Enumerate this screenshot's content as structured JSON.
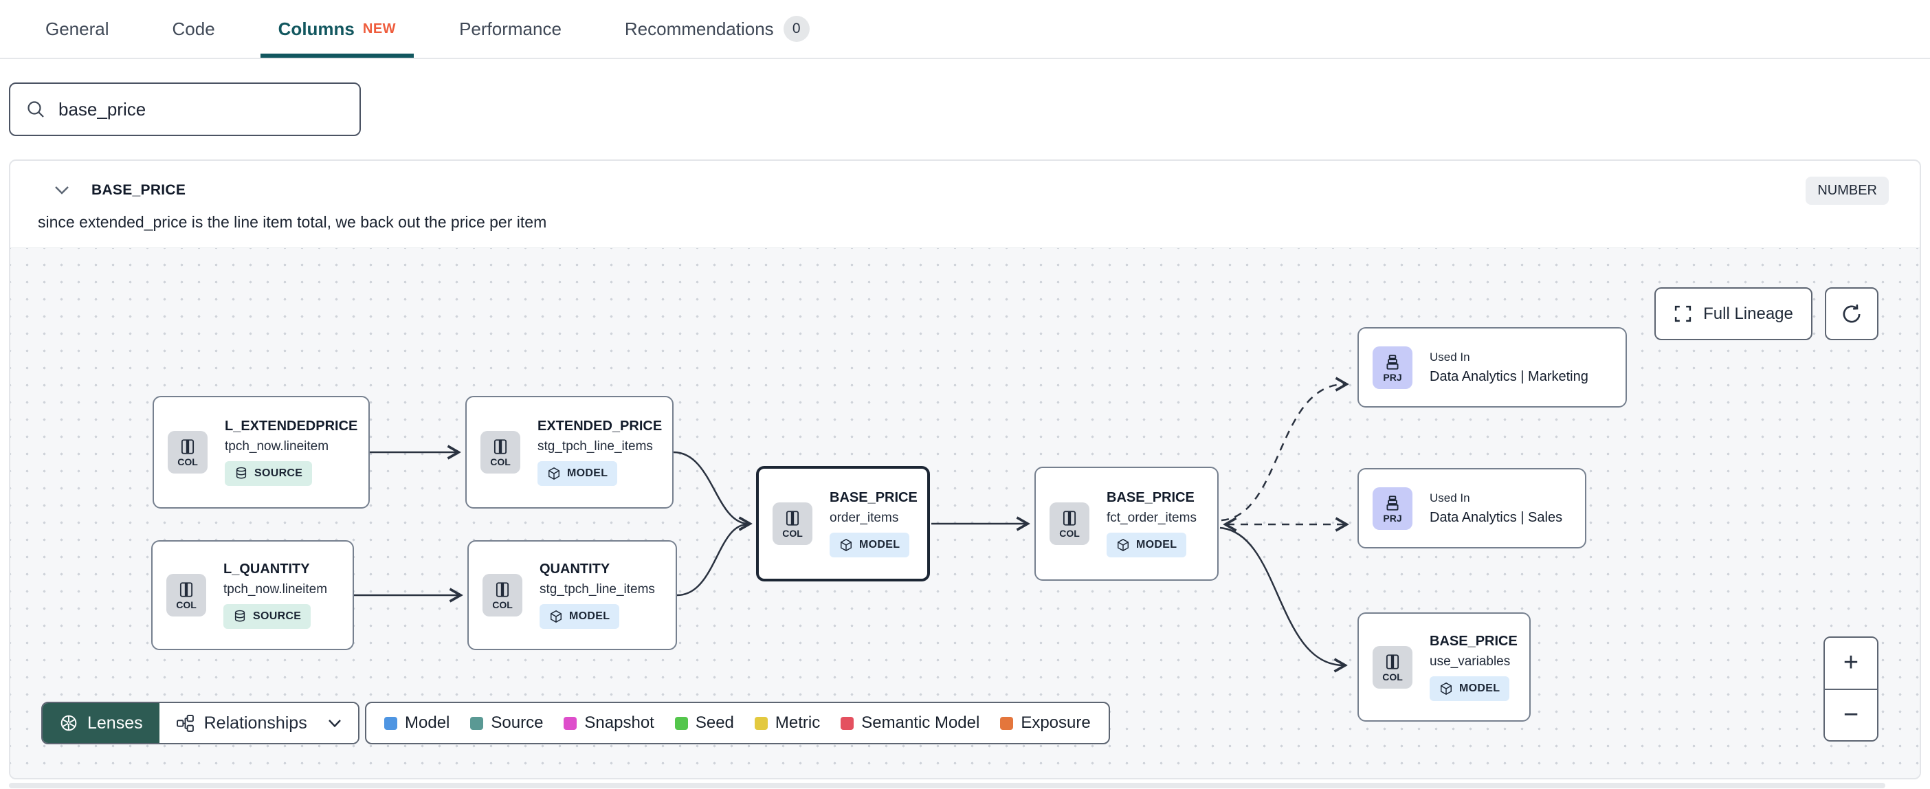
{
  "tabs": {
    "items": [
      {
        "label": "General"
      },
      {
        "label": "Code"
      },
      {
        "label": "Columns",
        "badge": "NEW"
      },
      {
        "label": "Performance"
      },
      {
        "label": "Recommendations",
        "count": "0"
      }
    ]
  },
  "search": {
    "value": "base_price"
  },
  "column_panel": {
    "title": "BASE_PRICE",
    "data_type": "NUMBER",
    "description": "since extended_price is the line item total, we back out the price per item"
  },
  "lineage": {
    "controls": {
      "full_lineage": "Full Lineage",
      "zoom_in": "+",
      "zoom_out": "−",
      "lenses": "Lenses",
      "relationships": "Relationships"
    },
    "nodes": [
      {
        "type": "column",
        "chip": "COL",
        "title": "L_EXTENDEDPRICE",
        "subtitle": "tpch_now.lineitem",
        "badge": "SOURCE"
      },
      {
        "type": "column",
        "chip": "COL",
        "title": "EXTENDED_PRICE",
        "subtitle": "stg_tpch_line_items",
        "badge": "MODEL"
      },
      {
        "type": "column",
        "chip": "COL",
        "title": "L_QUANTITY",
        "subtitle": "tpch_now.lineitem",
        "badge": "SOURCE"
      },
      {
        "type": "column",
        "chip": "COL",
        "title": "QUANTITY",
        "subtitle": "stg_tpch_line_items",
        "badge": "MODEL"
      },
      {
        "type": "column",
        "chip": "COL",
        "title": "BASE_PRICE",
        "subtitle": "order_items",
        "badge": "MODEL",
        "selected": true
      },
      {
        "type": "column",
        "chip": "COL",
        "title": "BASE_PRICE",
        "subtitle": "fct_order_items",
        "badge": "MODEL"
      },
      {
        "type": "project",
        "chip": "PRJ",
        "used_in": "Used In",
        "title": "Data Analytics | Marketing"
      },
      {
        "type": "project",
        "chip": "PRJ",
        "used_in": "Used In",
        "title": "Data Analytics | Sales"
      },
      {
        "type": "column",
        "chip": "COL",
        "title": "BASE_PRICE",
        "subtitle": "use_variables",
        "badge": "MODEL"
      }
    ],
    "legend": [
      {
        "label": "Model",
        "color": "#4e95e2"
      },
      {
        "label": "Source",
        "color": "#5a9994"
      },
      {
        "label": "Snapshot",
        "color": "#de4ecb"
      },
      {
        "label": "Seed",
        "color": "#54c64c"
      },
      {
        "label": "Metric",
        "color": "#e3c93f"
      },
      {
        "label": "Semantic Model",
        "color": "#e4505f"
      },
      {
        "label": "Exposure",
        "color": "#e4763c"
      }
    ],
    "colors": {
      "active_tab": "#12575f",
      "new_badge": "#ee5c3c",
      "lenses_bg": "#2d5b53",
      "edge": "#2a3240"
    }
  }
}
